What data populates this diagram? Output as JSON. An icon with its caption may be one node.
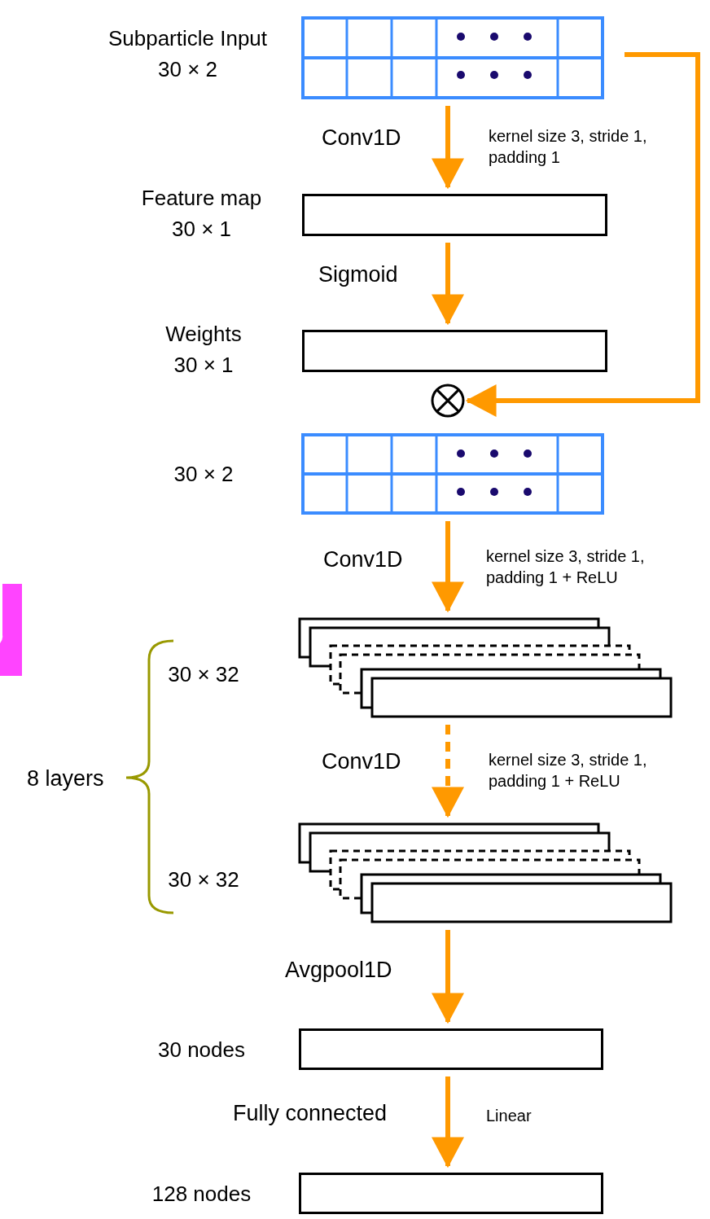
{
  "diagram": {
    "nodes": [
      {
        "text": [
          "Subparticle Input 30 × 2"
        ]
      },
      {
        "text": [
          "Feature map 30 × 1"
        ]
      },
      {
        "text": [
          "Weights 30 × 1"
        ]
      },
      {
        "text": [],
        "shape": "circle"
      },
      {
        "text": [
          "30 × 2"
        ]
      },
      {
        "text": [
          "30 × 32"
        ]
      },
      {
        "text": [
          "30 × 32"
        ]
      },
      {
        "text": [
          "30 nodes"
        ]
      },
      {
        "text": [
          "128 nodes"
        ]
      }
    ],
    "edges": [
      {
        "from": 0,
        "to": 1,
        "arrow": "to",
        "label": "Conv1D"
      },
      {
        "from": 1,
        "to": 2,
        "arrow": "to",
        "label": "Sigmoid"
      },
      {
        "from": 0,
        "to": 3,
        "arrow": "to"
      },
      {
        "from": 4,
        "to": 5,
        "arrow": "to",
        "label": "Conv1D"
      },
      {
        "from": 5,
        "to": 6,
        "arrow": "to",
        "label": "Conv1D",
        "style": "dashed"
      },
      {
        "from": 6,
        "to": 7,
        "arrow": "to",
        "label": "Avgpool1D"
      },
      {
        "from": 7,
        "to": 8,
        "arrow": "to",
        "label": "Fully connected"
      }
    ],
    "labels": [
      "kernel size 3, stride 1, padding 1",
      "kernel size 3, stride 1, padding 1 + ReLU",
      "8 layers",
      "kernel size 3, stride 1, padding 1 + ReLU",
      "Linear"
    ]
  }
}
